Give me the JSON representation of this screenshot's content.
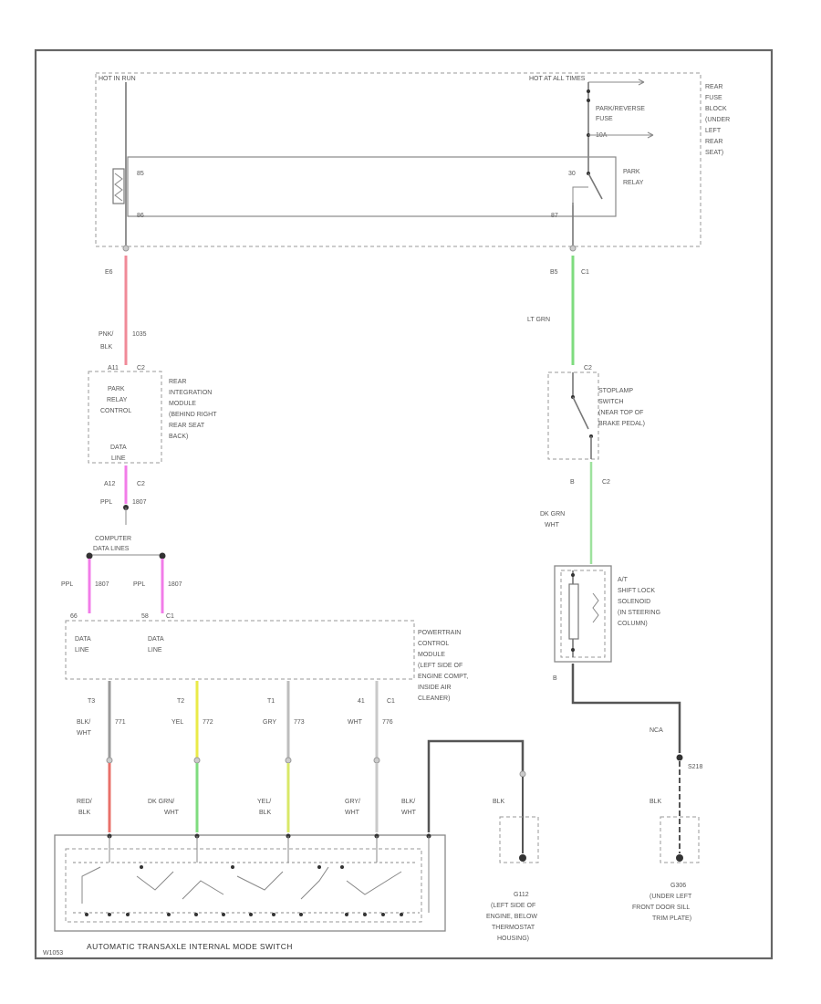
{
  "top": {
    "hot_in_run": "HOT IN RUN",
    "hot_at_all_times": "HOT AT ALL TIMES",
    "fuse_name": "PARK/REVERSE",
    "fuse_word": "FUSE",
    "fuse_rating": "10A",
    "fuse_block": [
      "REAR",
      "FUSE",
      "BLOCK",
      "(UNDER",
      "LEFT",
      "REAR",
      "SEAT)"
    ],
    "relay_label": [
      "PARK",
      "RELAY"
    ],
    "pin_left_top": "85",
    "pin_left_bottom": "86",
    "pin_right_top": "30",
    "pin_right_bottom": "87",
    "conn_left": "E6",
    "conn_right_a": "B5",
    "conn_right_b": "C1"
  },
  "wires": {
    "pnk_blk": [
      "PNK/",
      "1035",
      "BLK"
    ],
    "lt_grn": "LT GRN",
    "ppl_a": [
      "PPL",
      "1807"
    ],
    "dk_grn_wht": [
      "DK GRN",
      "WHT"
    ],
    "ppl_b": [
      "PPL",
      "1807"
    ],
    "ppl_c": [
      "PPL",
      "1807"
    ],
    "nca": "NCA",
    "s_conn": "S218",
    "blk_wht_1": [
      "BLK/",
      "WHT",
      "771"
    ],
    "yel_1": [
      "YEL",
      "772"
    ],
    "gry_1": [
      "GRY",
      "773"
    ],
    "wht_1": [
      "WHT",
      "776"
    ],
    "red_blk": [
      "RED/",
      "BLK"
    ],
    "dk_grn_wht_2": [
      "DK GRN/",
      "WHT"
    ],
    "yel_blk": [
      "YEL/",
      "BLK"
    ],
    "gry_wht": [
      "GRY/",
      "WHT"
    ],
    "blk_wht_2": [
      "BLK/",
      "WHT"
    ],
    "blk_a": "BLK",
    "blk_b": "BLK"
  },
  "modules": {
    "rim_pin": [
      "A11",
      "C2"
    ],
    "rim_box": [
      "PARK",
      "RELAY",
      "CONTROL"
    ],
    "rim_data": [
      "DATA",
      "LINE"
    ],
    "rim_label": [
      "REAR",
      "INTEGRATION",
      "MODULE",
      "(BEHIND RIGHT",
      "REAR SEAT",
      "BACK)"
    ],
    "rim_bottom_pin": [
      "A12",
      "C2"
    ],
    "splice_label": [
      "COMPUTER",
      "DATA LINES"
    ],
    "pcm_data_a": [
      "DATA",
      "LINE"
    ],
    "pcm_data_b": [
      "DATA",
      "LINE"
    ],
    "pcm_label": [
      "POWERTRAIN",
      "CONTROL",
      "MODULE",
      "(LEFT SIDE OF",
      "ENGINE COMPT,",
      "INSIDE AIR",
      "CLEANER)"
    ],
    "pcm_top_pins": [
      "66",
      "58",
      "C1"
    ],
    "pcm_pins": [
      "T3",
      "T2",
      "T1",
      "41",
      "C1"
    ],
    "stop_pin": "C2",
    "stop_label": [
      "STOPLAMP",
      "SWITCH",
      "(NEAR TOP OF",
      "BRAKE PEDAL)"
    ],
    "stop_bottom": [
      "B",
      "C2"
    ],
    "sol_label": [
      "A/T",
      "SHIFT LOCK",
      "SOLENOID",
      "(IN STEERING",
      "COLUMN)"
    ],
    "sol_bottom": "B",
    "ground1": [
      "G112",
      "(LEFT SIDE OF",
      "ENGINE, BELOW",
      "THERMOSTAT",
      "HOUSING)"
    ],
    "ground2": [
      "G306",
      "(UNDER LEFT",
      "FRONT DOOR SILL",
      "TRIM PLATE)"
    ],
    "switch_title": "AUTOMATIC TRANSAXLE INTERNAL MODE SWITCH",
    "corner_code": "W1053"
  },
  "colors": {
    "pink": "#f08a98",
    "green": "#7fdc7f",
    "magenta": "#f27ce8",
    "yellow": "#eaea48",
    "red": "#e8706a",
    "yellow_green": "#d9e868",
    "grey": "#9a9a9a",
    "dark": "#555555"
  }
}
